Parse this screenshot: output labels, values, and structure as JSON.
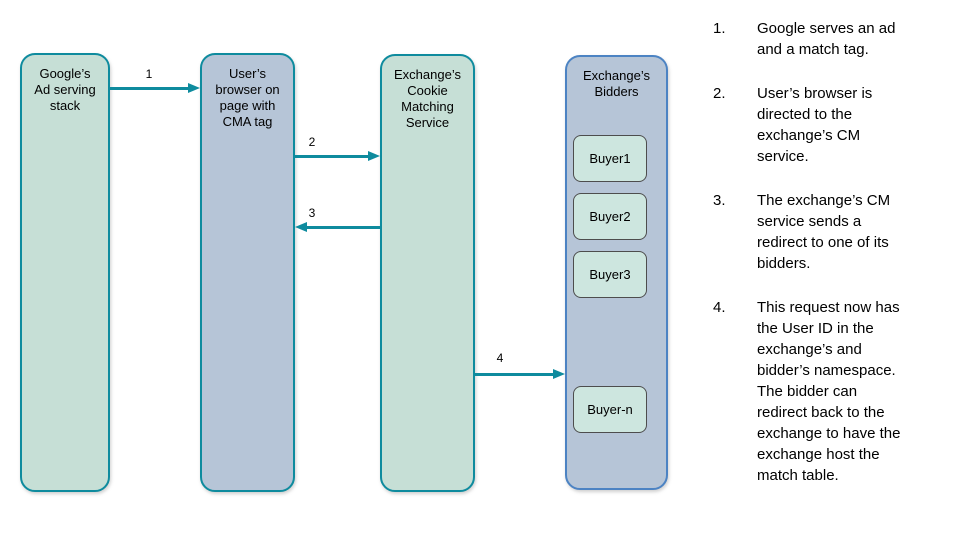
{
  "diagram": {
    "nodes": {
      "google": {
        "label": "Google’s\nAd serving\nstack"
      },
      "browser": {
        "label": "User’s\nbrowser on\npage with\nCMA tag"
      },
      "cm_service": {
        "label": "Exchange’s\nCookie\nMatching\nService"
      },
      "bidders": {
        "label": "Exchange’s\nBidders"
      }
    },
    "buyers": [
      "Buyer1",
      "Buyer2",
      "Buyer3",
      "Buyer-n"
    ],
    "arrows": {
      "a1": "1",
      "a2": "2",
      "a3": "3",
      "a4": "4"
    },
    "colors": {
      "teal_border": "#0e8b9e",
      "green_fill": "#c6dfd6",
      "blue_fill": "#b6c5d7",
      "blue_border": "#4c83c3",
      "buyer_fill": "#cde6df",
      "buyer_border": "#4d4d4d"
    }
  },
  "steps": [
    {
      "num": "1.",
      "text": "Google serves an ad\nand a match tag."
    },
    {
      "num": "2.",
      "text": "User’s browser is\ndirected to the\nexchange’s CM\nservice."
    },
    {
      "num": "3.",
      "text": "The exchange’s CM\nservice sends a\nredirect to one of its\nbidders."
    },
    {
      "num": "4.",
      "text": "This request now has\nthe User ID in the\nexchange’s and\nbidder’s namespace.\nThe bidder can\nredirect back to the\nexchange to have the\nexchange host the\nmatch table."
    }
  ]
}
